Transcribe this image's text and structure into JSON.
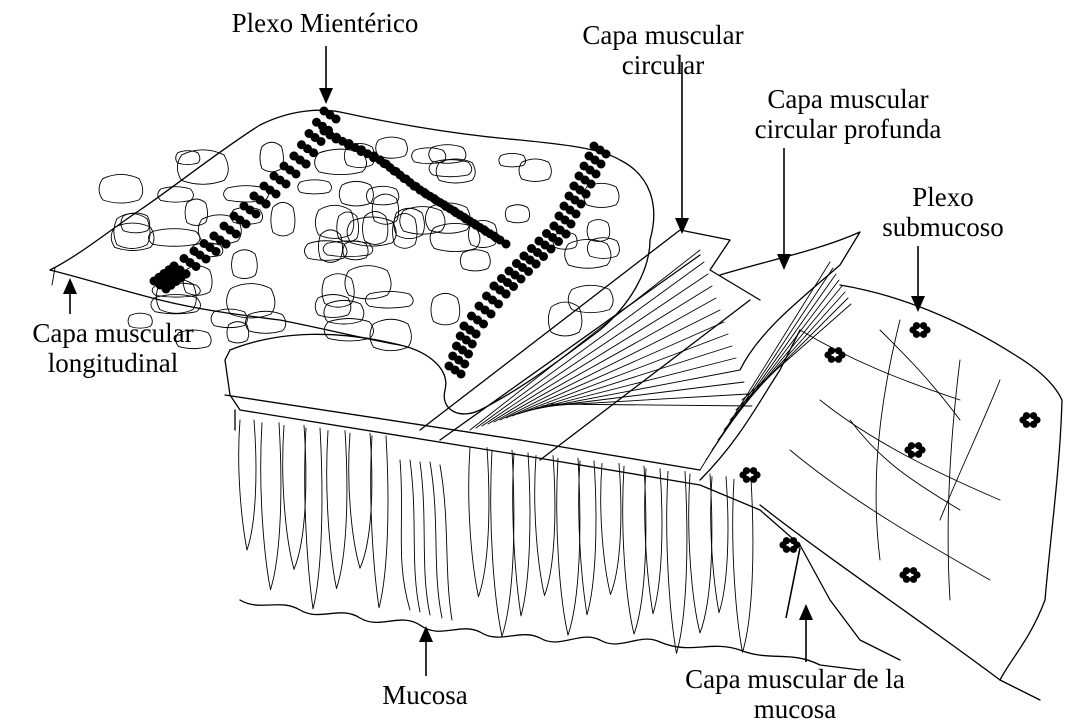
{
  "labels": {
    "myenteric_plexus": "Plexo Mientérico",
    "circular_muscle": [
      "Capa muscular",
      "circular"
    ],
    "deep_circular_muscle": [
      "Capa muscular",
      "circular profunda"
    ],
    "submucosal_plexus": [
      "Plexo",
      "submucoso"
    ],
    "longitudinal_muscle": [
      "Capa muscular",
      "longitudinal"
    ],
    "mucosa": "Mucosa",
    "muscularis_mucosae": [
      "Capa muscular de la",
      "mucosa"
    ]
  },
  "colors": {
    "ink": "#000000",
    "background": "#ffffff"
  }
}
